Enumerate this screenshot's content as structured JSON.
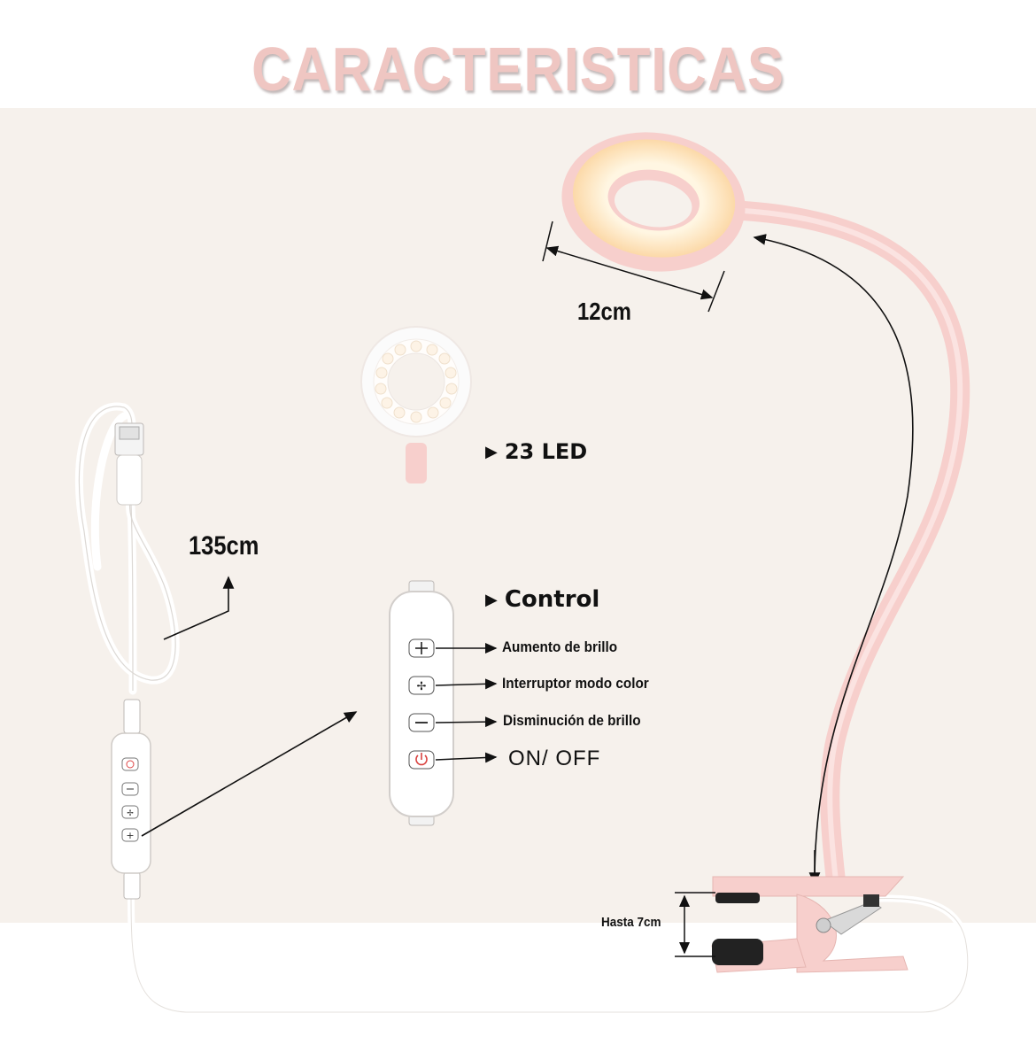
{
  "title": "CARACTERISTICAS",
  "labels": {
    "diameter": "12cm",
    "cable_length": "135cm",
    "led_count": "23 LED",
    "control": "Control",
    "clip_range": "Hasta 7cm"
  },
  "control_buttons": [
    {
      "icon": "plus-icon",
      "label": "Aumento de brillo"
    },
    {
      "icon": "fan-icon",
      "label": "Interruptor modo color"
    },
    {
      "icon": "minus-icon",
      "label": "Disminución de brillo"
    },
    {
      "icon": "power-icon",
      "label": "ON/ OFF"
    }
  ],
  "colors": {
    "title": "#efc6c2",
    "lamp_pink": "#f7cfcc",
    "led_warm": "#fde7c0",
    "background": "#f6f1ec"
  }
}
